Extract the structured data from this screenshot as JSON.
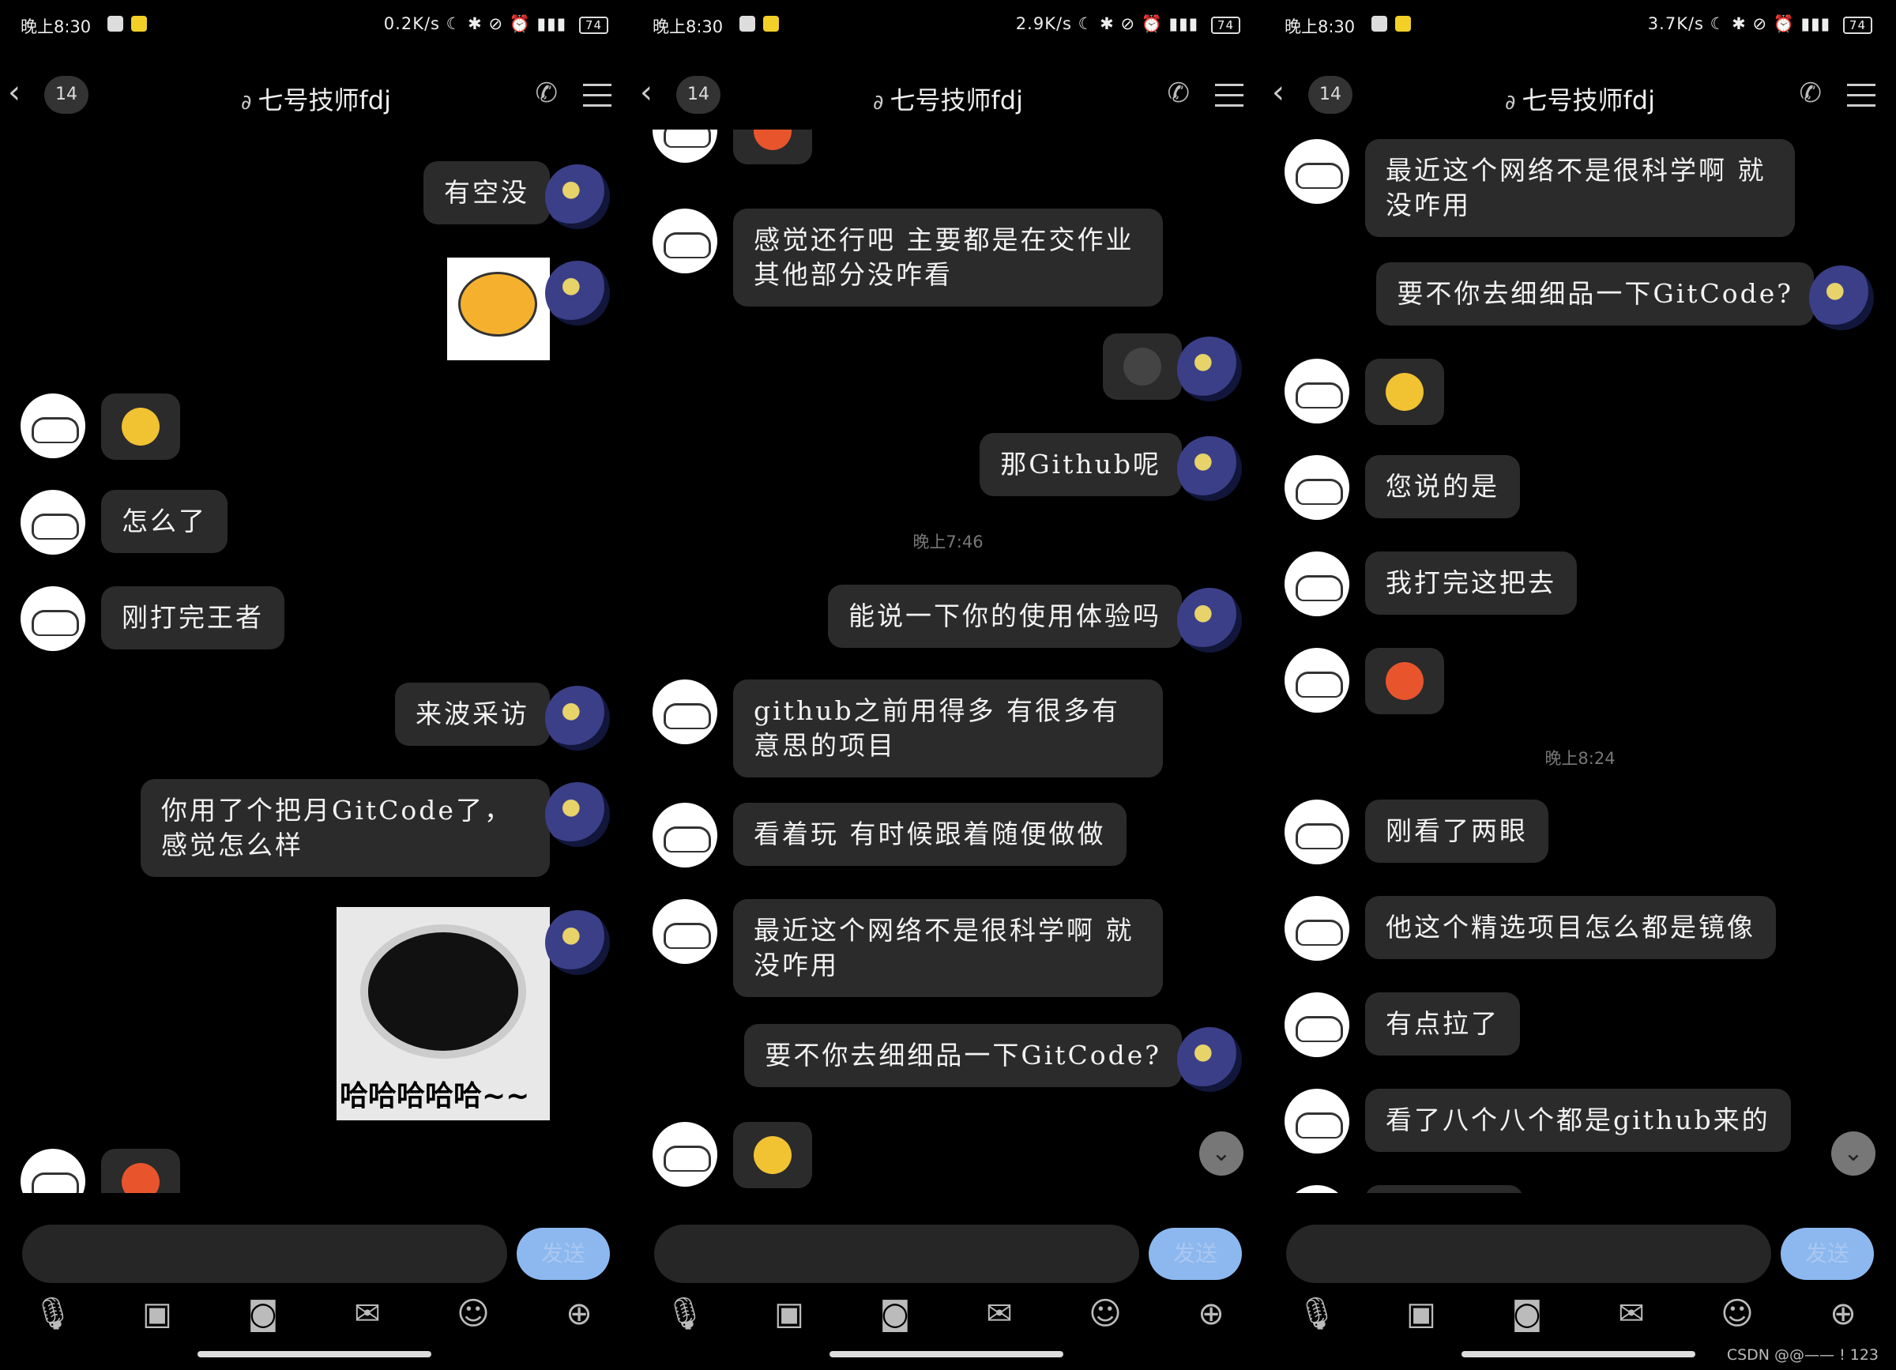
{
  "colors": {
    "bubble": "#2b2b2b",
    "send_button": "#8cb8ef",
    "background": "#000000"
  },
  "panels": [
    {
      "status": {
        "time": "晚上8:30",
        "net": "0.2K/s",
        "battery": "74"
      },
      "nav": {
        "count": "14",
        "title": "七号技师fdj"
      },
      "messages": [
        {
          "text": "有空没"
        },
        {
          "text": "怎么了"
        },
        {
          "text": "刚打完王者"
        },
        {
          "text": "来波采访"
        },
        {
          "text": "你用了个把月GitCode了，感觉怎么样"
        }
      ],
      "sticker_caption": "哈哈哈哈哈~~",
      "send": "发送"
    },
    {
      "status": {
        "time": "晚上8:30",
        "net": "2.9K/s",
        "battery": "74"
      },
      "nav": {
        "count": "14",
        "title": "七号技师fdj"
      },
      "messages": [
        {
          "text": "感觉还行吧 主要都是在交作业 其他部分没咋看"
        },
        {
          "text": "那Github呢"
        },
        {
          "text": "能说一下你的使用体验吗"
        },
        {
          "text": "github之前用得多  有很多有意思的项目"
        },
        {
          "text": "看着玩 有时候跟着随便做做"
        },
        {
          "text": "最近这个网络不是很科学啊 就没咋用"
        },
        {
          "text": "要不你去细细品一下GitCode?"
        }
      ],
      "timestamp": "晚上7:46",
      "send": "发送"
    },
    {
      "status": {
        "time": "晚上8:30",
        "net": "3.7K/s",
        "battery": "74"
      },
      "nav": {
        "count": "14",
        "title": "七号技师fdj"
      },
      "messages": [
        {
          "text": "最近这个网络不是很科学啊 就没咋用"
        },
        {
          "text": "要不你去细细品一下GitCode?"
        },
        {
          "text": "您说的是"
        },
        {
          "text": "我打完这把去"
        },
        {
          "text": "刚看了两眼"
        },
        {
          "text": "他这个精选项目怎么都是镜像"
        },
        {
          "text": "有点拉了"
        },
        {
          "text": "看了八个八个都是github来的"
        }
      ],
      "timestamp": "晚上8:24",
      "send": "发送"
    }
  ],
  "watermark": "CSDN @@—— ! 123"
}
